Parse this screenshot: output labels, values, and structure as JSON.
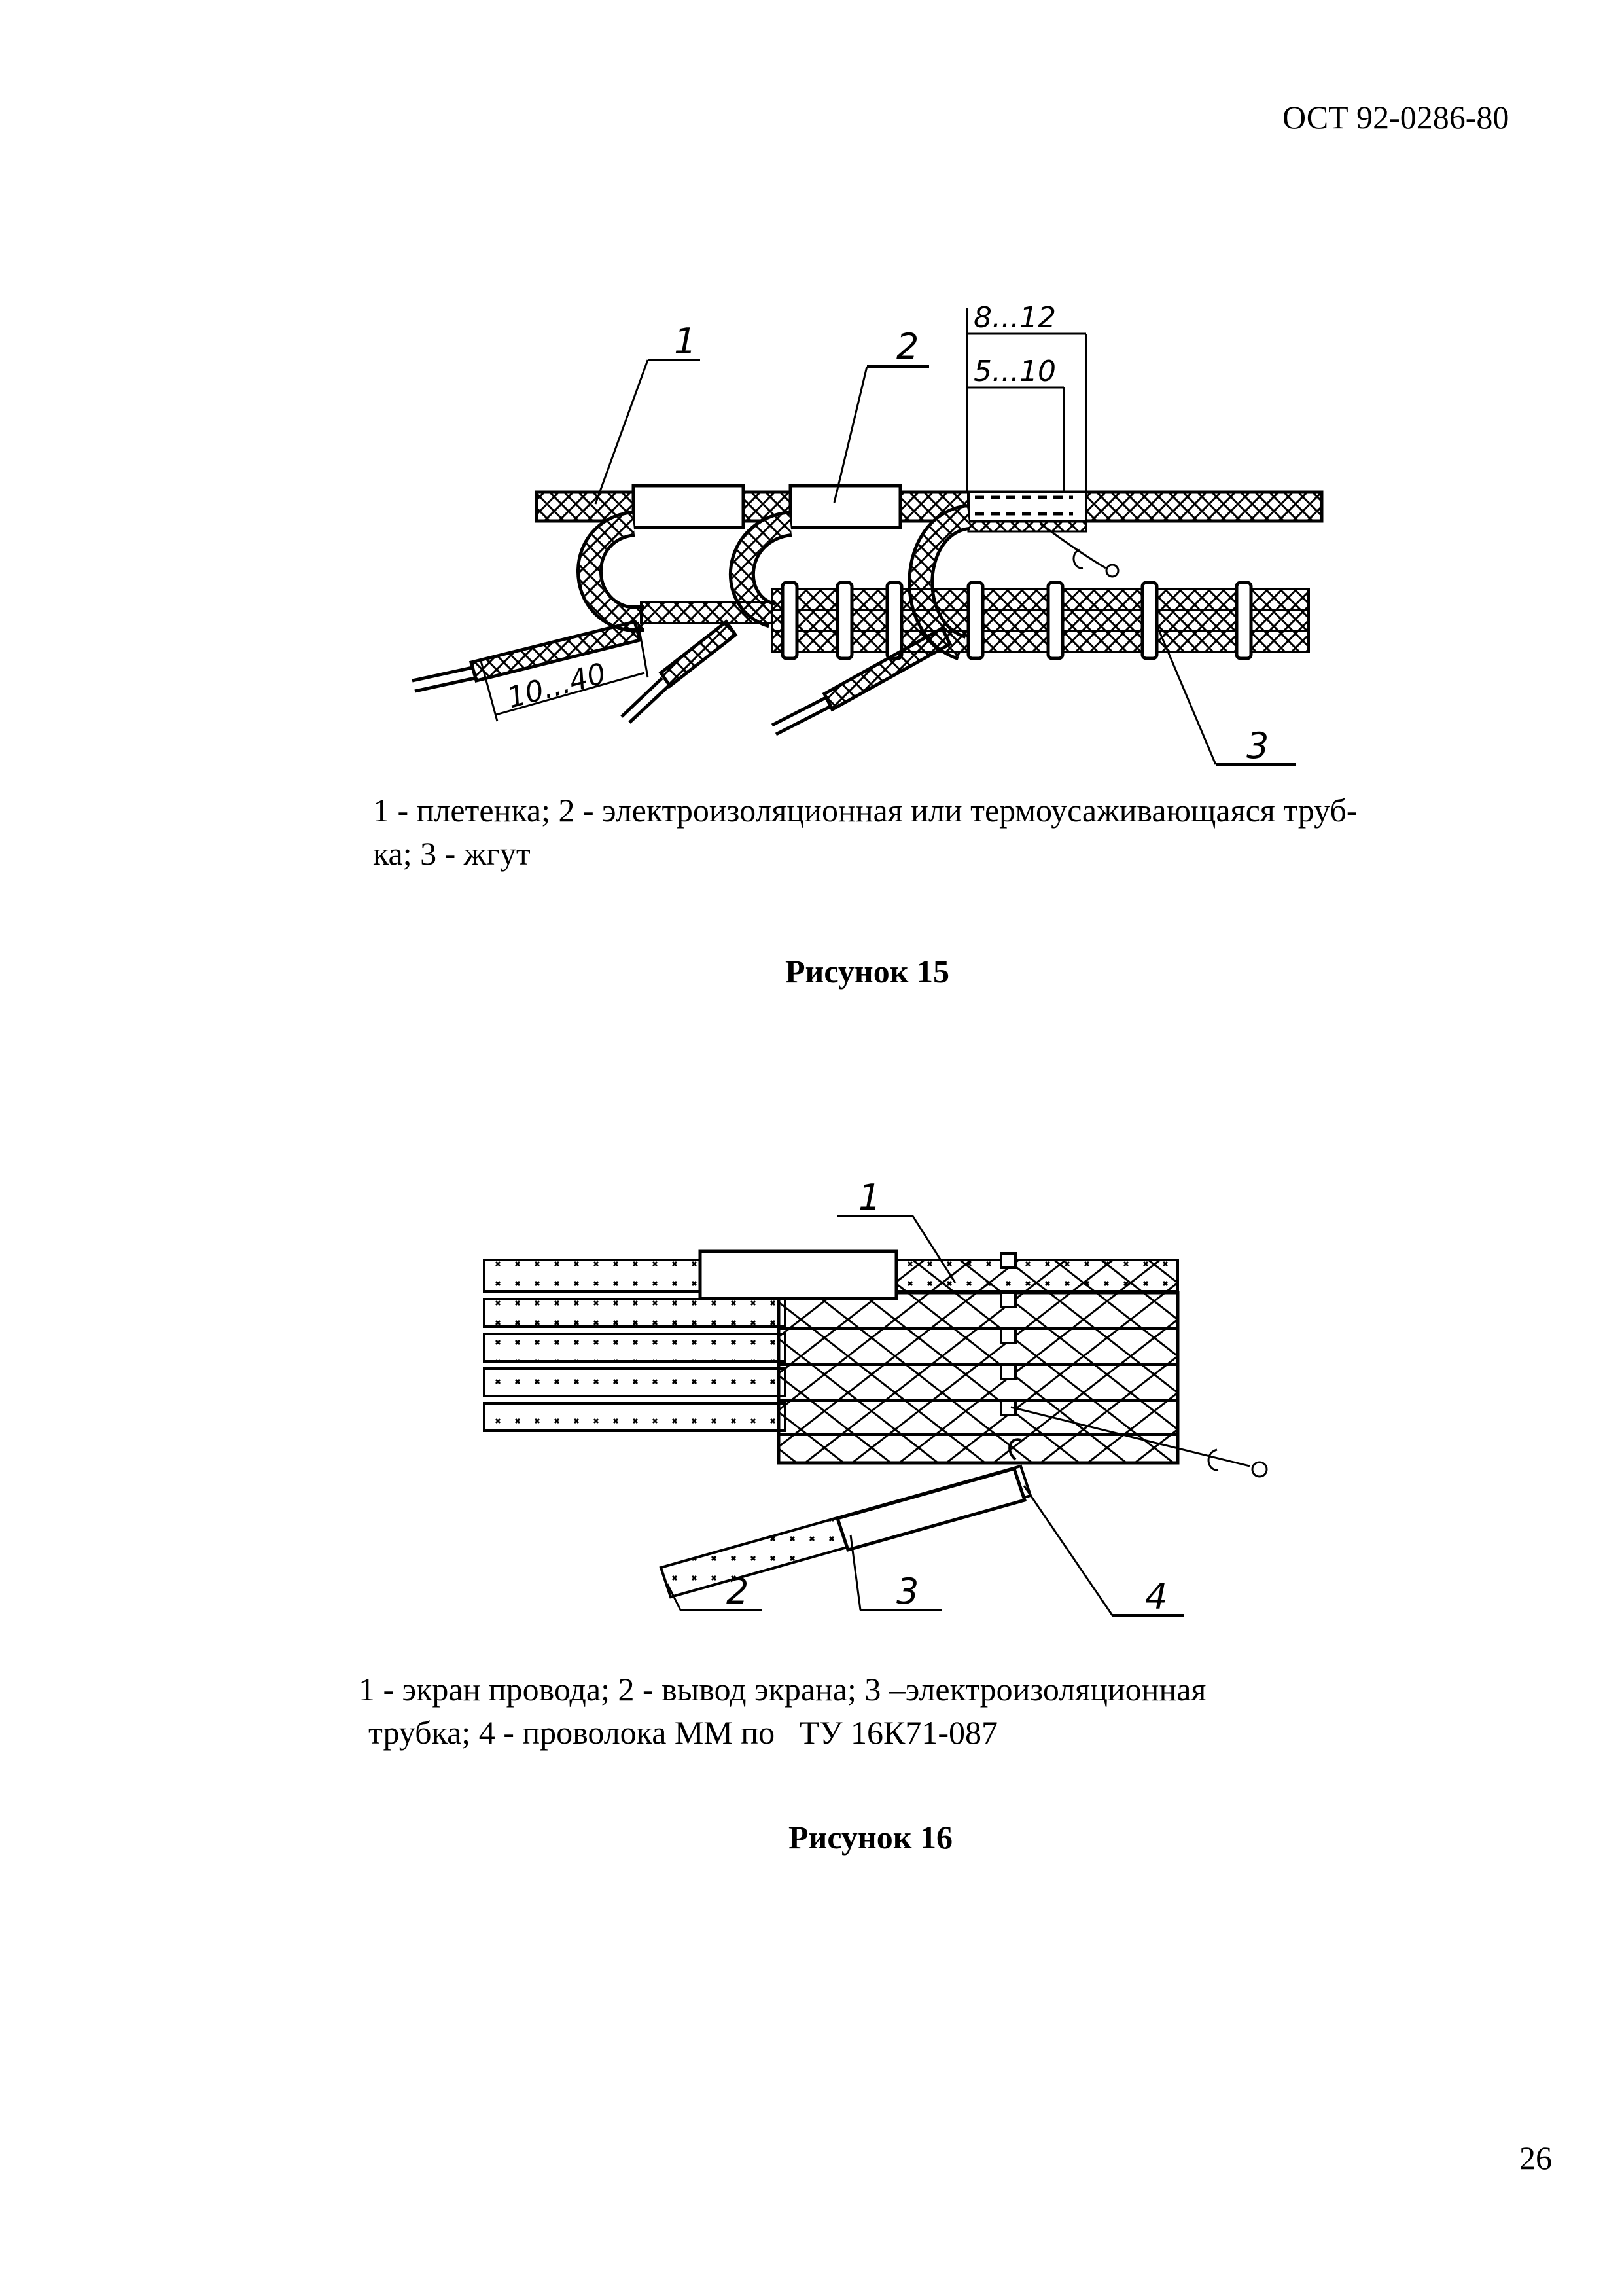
{
  "header": {
    "doc_code": "ОСТ 92-0286-80"
  },
  "figure15": {
    "labels": {
      "l1": "1",
      "l2": "2",
      "l3": "3"
    },
    "dims": {
      "d1": "8...12",
      "d2": "5...10",
      "d3": "10...40"
    },
    "caption_line1": "1 - плетенка; 2 - электроизоляционная или термоусаживающаяся труб-",
    "caption_line2": "ка; 3 - жгут",
    "title": "Рисунок 15"
  },
  "figure16": {
    "labels": {
      "l1": "1",
      "l2": "2",
      "l3": "3",
      "l4": "4"
    },
    "caption_line1": "1 - экран провода; 2 - вывод экрана; 3 –электроизоляционная",
    "caption_line2": "трубка; 4 - проволока ММ по   ТУ 16К71-087",
    "title": "Рисунок 16"
  },
  "footer": {
    "page_number": "26"
  }
}
